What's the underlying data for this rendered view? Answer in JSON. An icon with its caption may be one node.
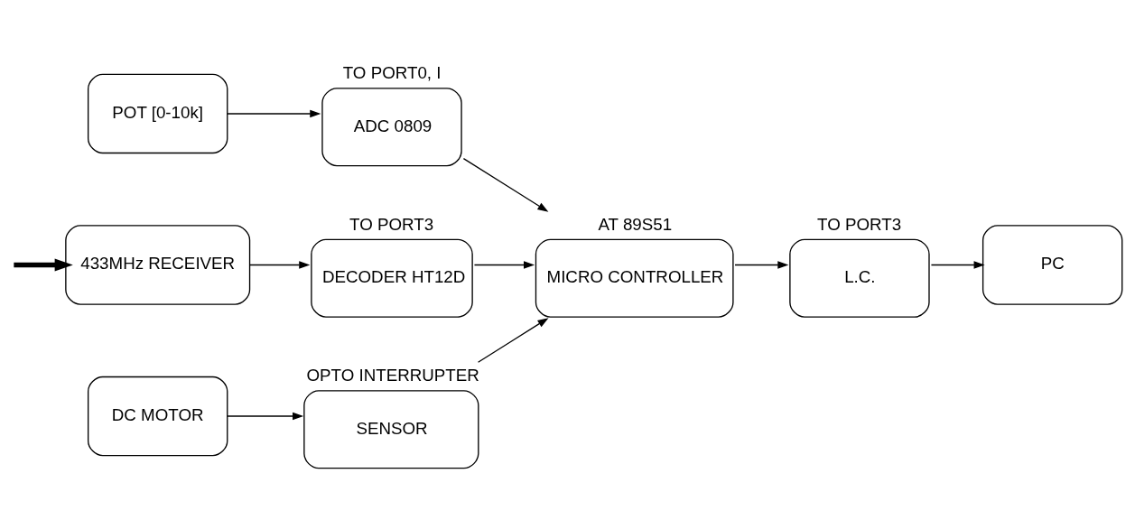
{
  "diagram": {
    "nodes": [
      {
        "text": [
          "POT [0-10k]"
        ]
      },
      {
        "text": [
          "ADC 0809"
        ],
        "beside": [
          "TO PORT0, I"
        ]
      },
      {
        "text": [
          "MICRO CONTROLLER"
        ],
        "beside": [
          "AT 89S51"
        ]
      },
      {
        "text": [
          "L.C."
        ],
        "beside": [
          "TO PORT3"
        ]
      },
      {
        "text": [
          "PC"
        ]
      },
      {
        "text": [
          "433MHz RECEIVER"
        ]
      },
      {
        "text": [
          "DECODER HT12D"
        ],
        "beside": [
          "TO PORT3"
        ]
      },
      {
        "text": [
          "DC MOTOR"
        ]
      },
      {
        "text": [
          "SENSOR"
        ],
        "beside": [
          "OPTO INTERRUPTER"
        ]
      }
    ],
    "edges": [
      {
        "from": 0,
        "to": 1,
        "arrow": "to"
      },
      {
        "from": 1,
        "to": 2,
        "arrow": "to"
      },
      {
        "from": 2,
        "to": 3,
        "arrow": "to"
      },
      {
        "from": 3,
        "to": 4,
        "arrow": "to"
      },
      {
        "from": null,
        "to": 5,
        "arrow": "to",
        "style": "thick"
      },
      {
        "from": 5,
        "to": 6,
        "arrow": "to"
      },
      {
        "from": 6,
        "to": 2,
        "arrow": "to"
      },
      {
        "from": 7,
        "to": 8,
        "arrow": "to"
      },
      {
        "from": 8,
        "to": 2,
        "arrow": "to"
      }
    ]
  }
}
